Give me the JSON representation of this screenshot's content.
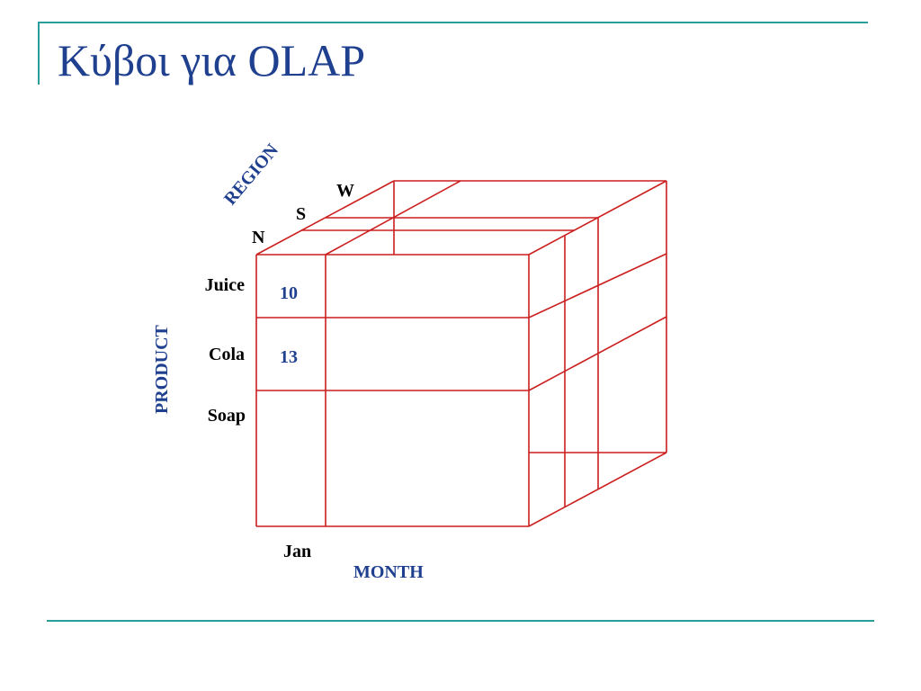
{
  "slide": {
    "title": "Κύβοι για OLAP"
  },
  "cube": {
    "axes": {
      "product": "PRODUCT",
      "month": "MONTH",
      "region": "REGION"
    },
    "products": [
      "Juice",
      "Cola",
      "Soap"
    ],
    "months": [
      "Jan"
    ],
    "regions": [
      "N",
      "S",
      "W"
    ],
    "cells": [
      {
        "product": "Juice",
        "month": "Jan",
        "region": "N",
        "value": "10"
      },
      {
        "product": "Cola",
        "month": "Jan",
        "region": "N",
        "value": "13"
      }
    ]
  },
  "colors": {
    "title": "#1f3f8f",
    "accent_rule": "#2a9d9d",
    "cube_lines": "#cc1f1f",
    "axis_label": "#1f3f8f",
    "member_label": "#000000",
    "cell_value": "#1f3f8f"
  }
}
